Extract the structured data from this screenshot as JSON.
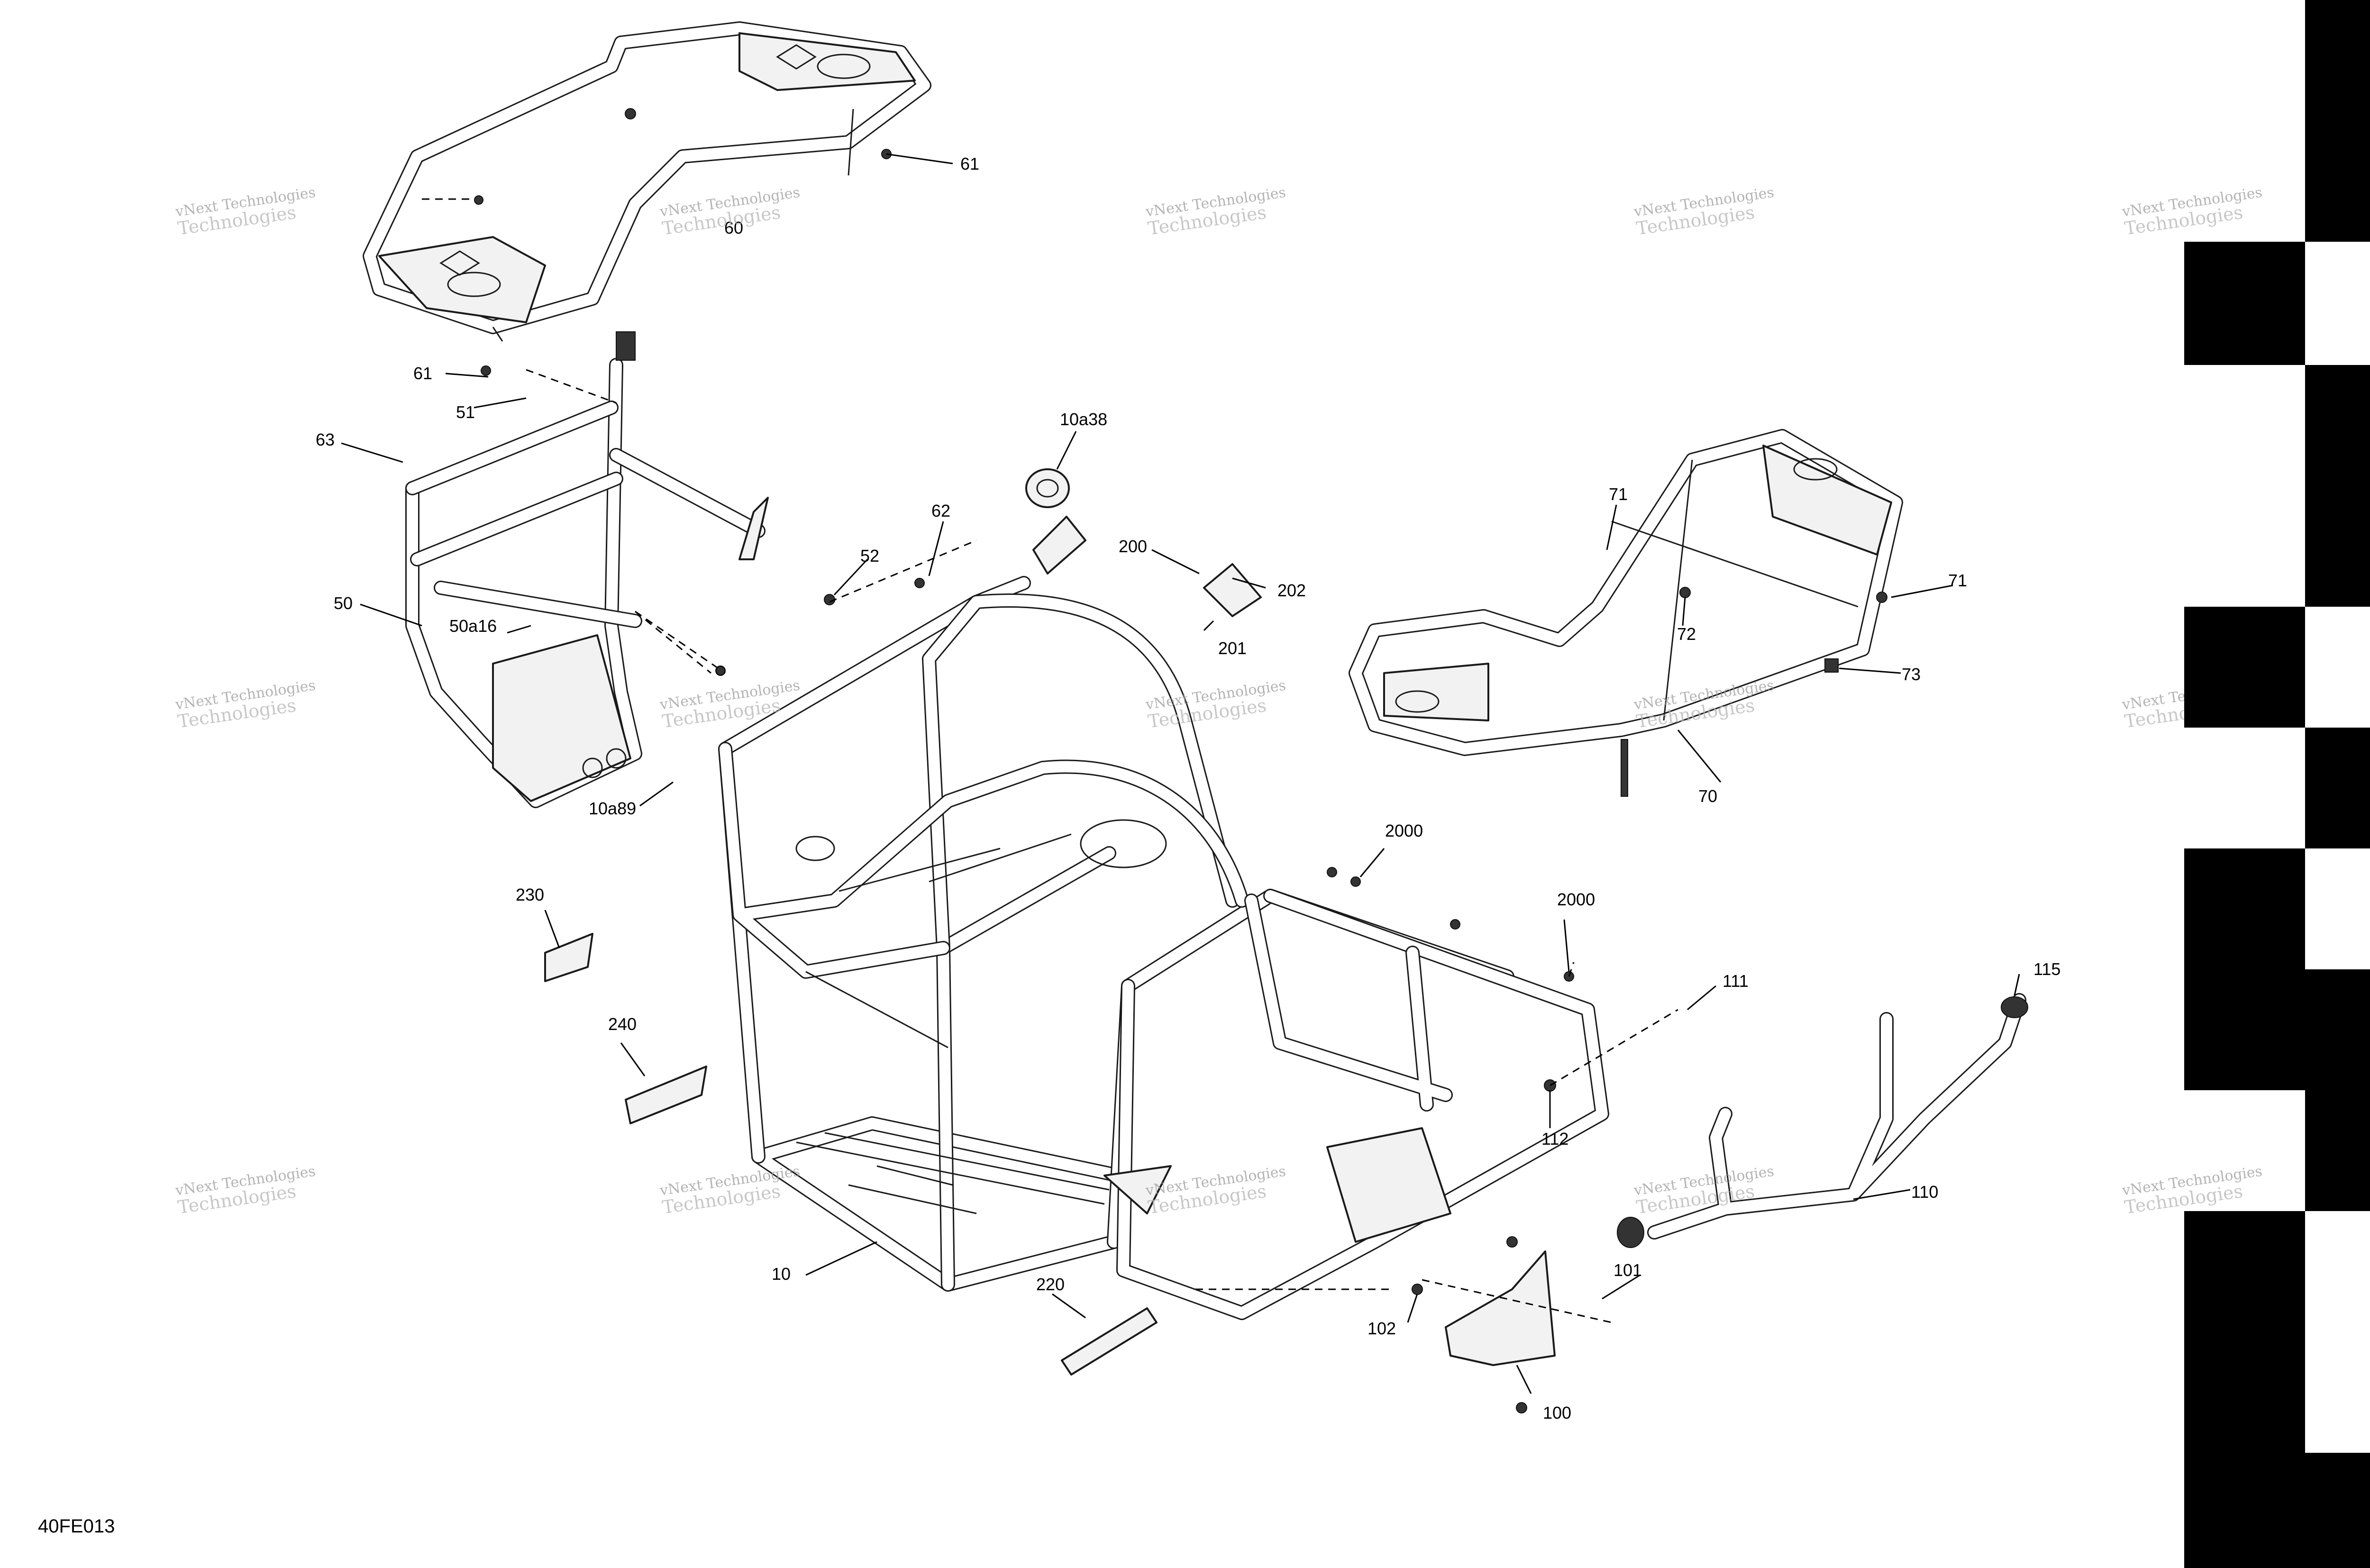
{
  "figure_code": "40FE013",
  "watermark": {
    "line1": "vNext Technologies",
    "line2": "Technologies"
  },
  "callouts": [
    {
      "id": "c61a",
      "label": "61"
    },
    {
      "id": "c60",
      "label": "60"
    },
    {
      "id": "c61b",
      "label": "61"
    },
    {
      "id": "c51",
      "label": "51"
    },
    {
      "id": "c63",
      "label": "63"
    },
    {
      "id": "c50",
      "label": "50"
    },
    {
      "id": "c50a16",
      "label": "50a16"
    },
    {
      "id": "c10a89",
      "label": "10a89"
    },
    {
      "id": "c10a38",
      "label": "10a38"
    },
    {
      "id": "c62",
      "label": "62"
    },
    {
      "id": "c52",
      "label": "52"
    },
    {
      "id": "c200",
      "label": "200"
    },
    {
      "id": "c202",
      "label": "202"
    },
    {
      "id": "c201",
      "label": "201"
    },
    {
      "id": "c71a",
      "label": "71"
    },
    {
      "id": "c71b",
      "label": "71"
    },
    {
      "id": "c72",
      "label": "72"
    },
    {
      "id": "c73",
      "label": "73"
    },
    {
      "id": "c70",
      "label": "70"
    },
    {
      "id": "c2000a",
      "label": "2000"
    },
    {
      "id": "c2000b",
      "label": "2000"
    },
    {
      "id": "c111",
      "label": "111"
    },
    {
      "id": "c115",
      "label": "115"
    },
    {
      "id": "c112",
      "label": "112"
    },
    {
      "id": "c110",
      "label": "110"
    },
    {
      "id": "c230",
      "label": "230"
    },
    {
      "id": "c240",
      "label": "240"
    },
    {
      "id": "c10",
      "label": "10"
    },
    {
      "id": "c220",
      "label": "220"
    },
    {
      "id": "c101",
      "label": "101"
    },
    {
      "id": "c102",
      "label": "102"
    },
    {
      "id": "c100",
      "label": "100"
    }
  ]
}
